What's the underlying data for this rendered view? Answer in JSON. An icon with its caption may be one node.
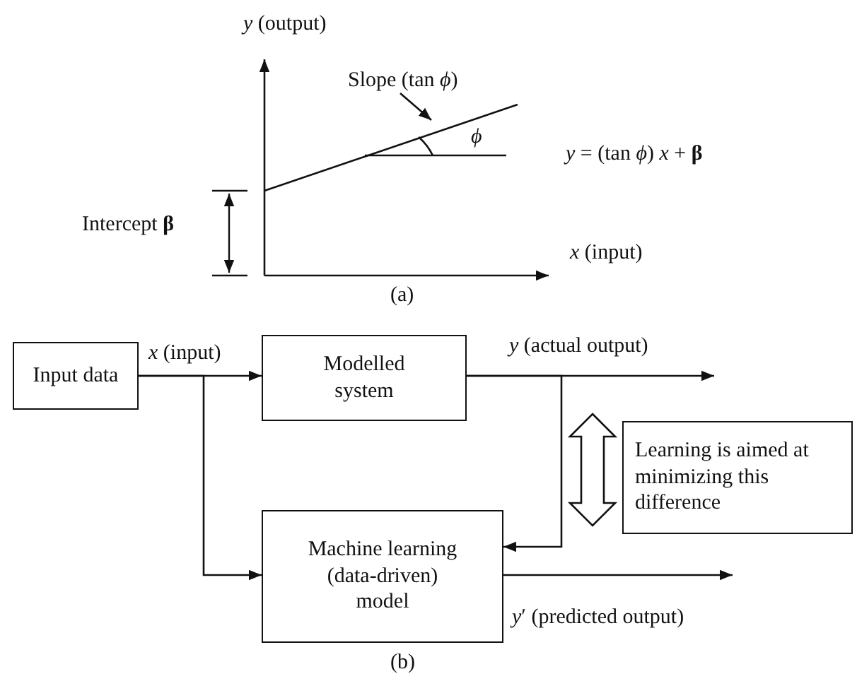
{
  "diagram": {
    "nodes": [
      {
        "text": [
          "Input data"
        ]
      },
      {
        "text": [
          "Modelled system"
        ]
      },
      {
        "text": [
          "Machine learning (data-driven) model"
        ]
      },
      {
        "text": [
          "Learning is aimed at minimizing this difference"
        ]
      },
      {
        "text": [
          "Slope (tan *ϕ*)"
        ]
      }
    ],
    "edges": [
      {
        "from": 0,
        "to": 1,
        "arrow": "to",
        "label": "*x* (input)"
      },
      {
        "from": 0,
        "to": 2,
        "arrow": "to"
      },
      {
        "from": 1,
        "to": null,
        "arrow": "to",
        "label": "*y* (actual output)"
      },
      {
        "from": 1,
        "to": 2,
        "arrow": "to"
      },
      {
        "from": 2,
        "to": null,
        "arrow": "to",
        "label": "*y*′ (predicted output)"
      },
      {
        "from": 4,
        "to": null,
        "arrow": "to"
      }
    ],
    "labels": [
      "*y* (output)",
      "*ϕ*",
      "*y* = (tan *ϕ*) *x* + **β**",
      "Intercept **β**",
      "*x* (input)",
      "(a)",
      "(b)"
    ]
  }
}
